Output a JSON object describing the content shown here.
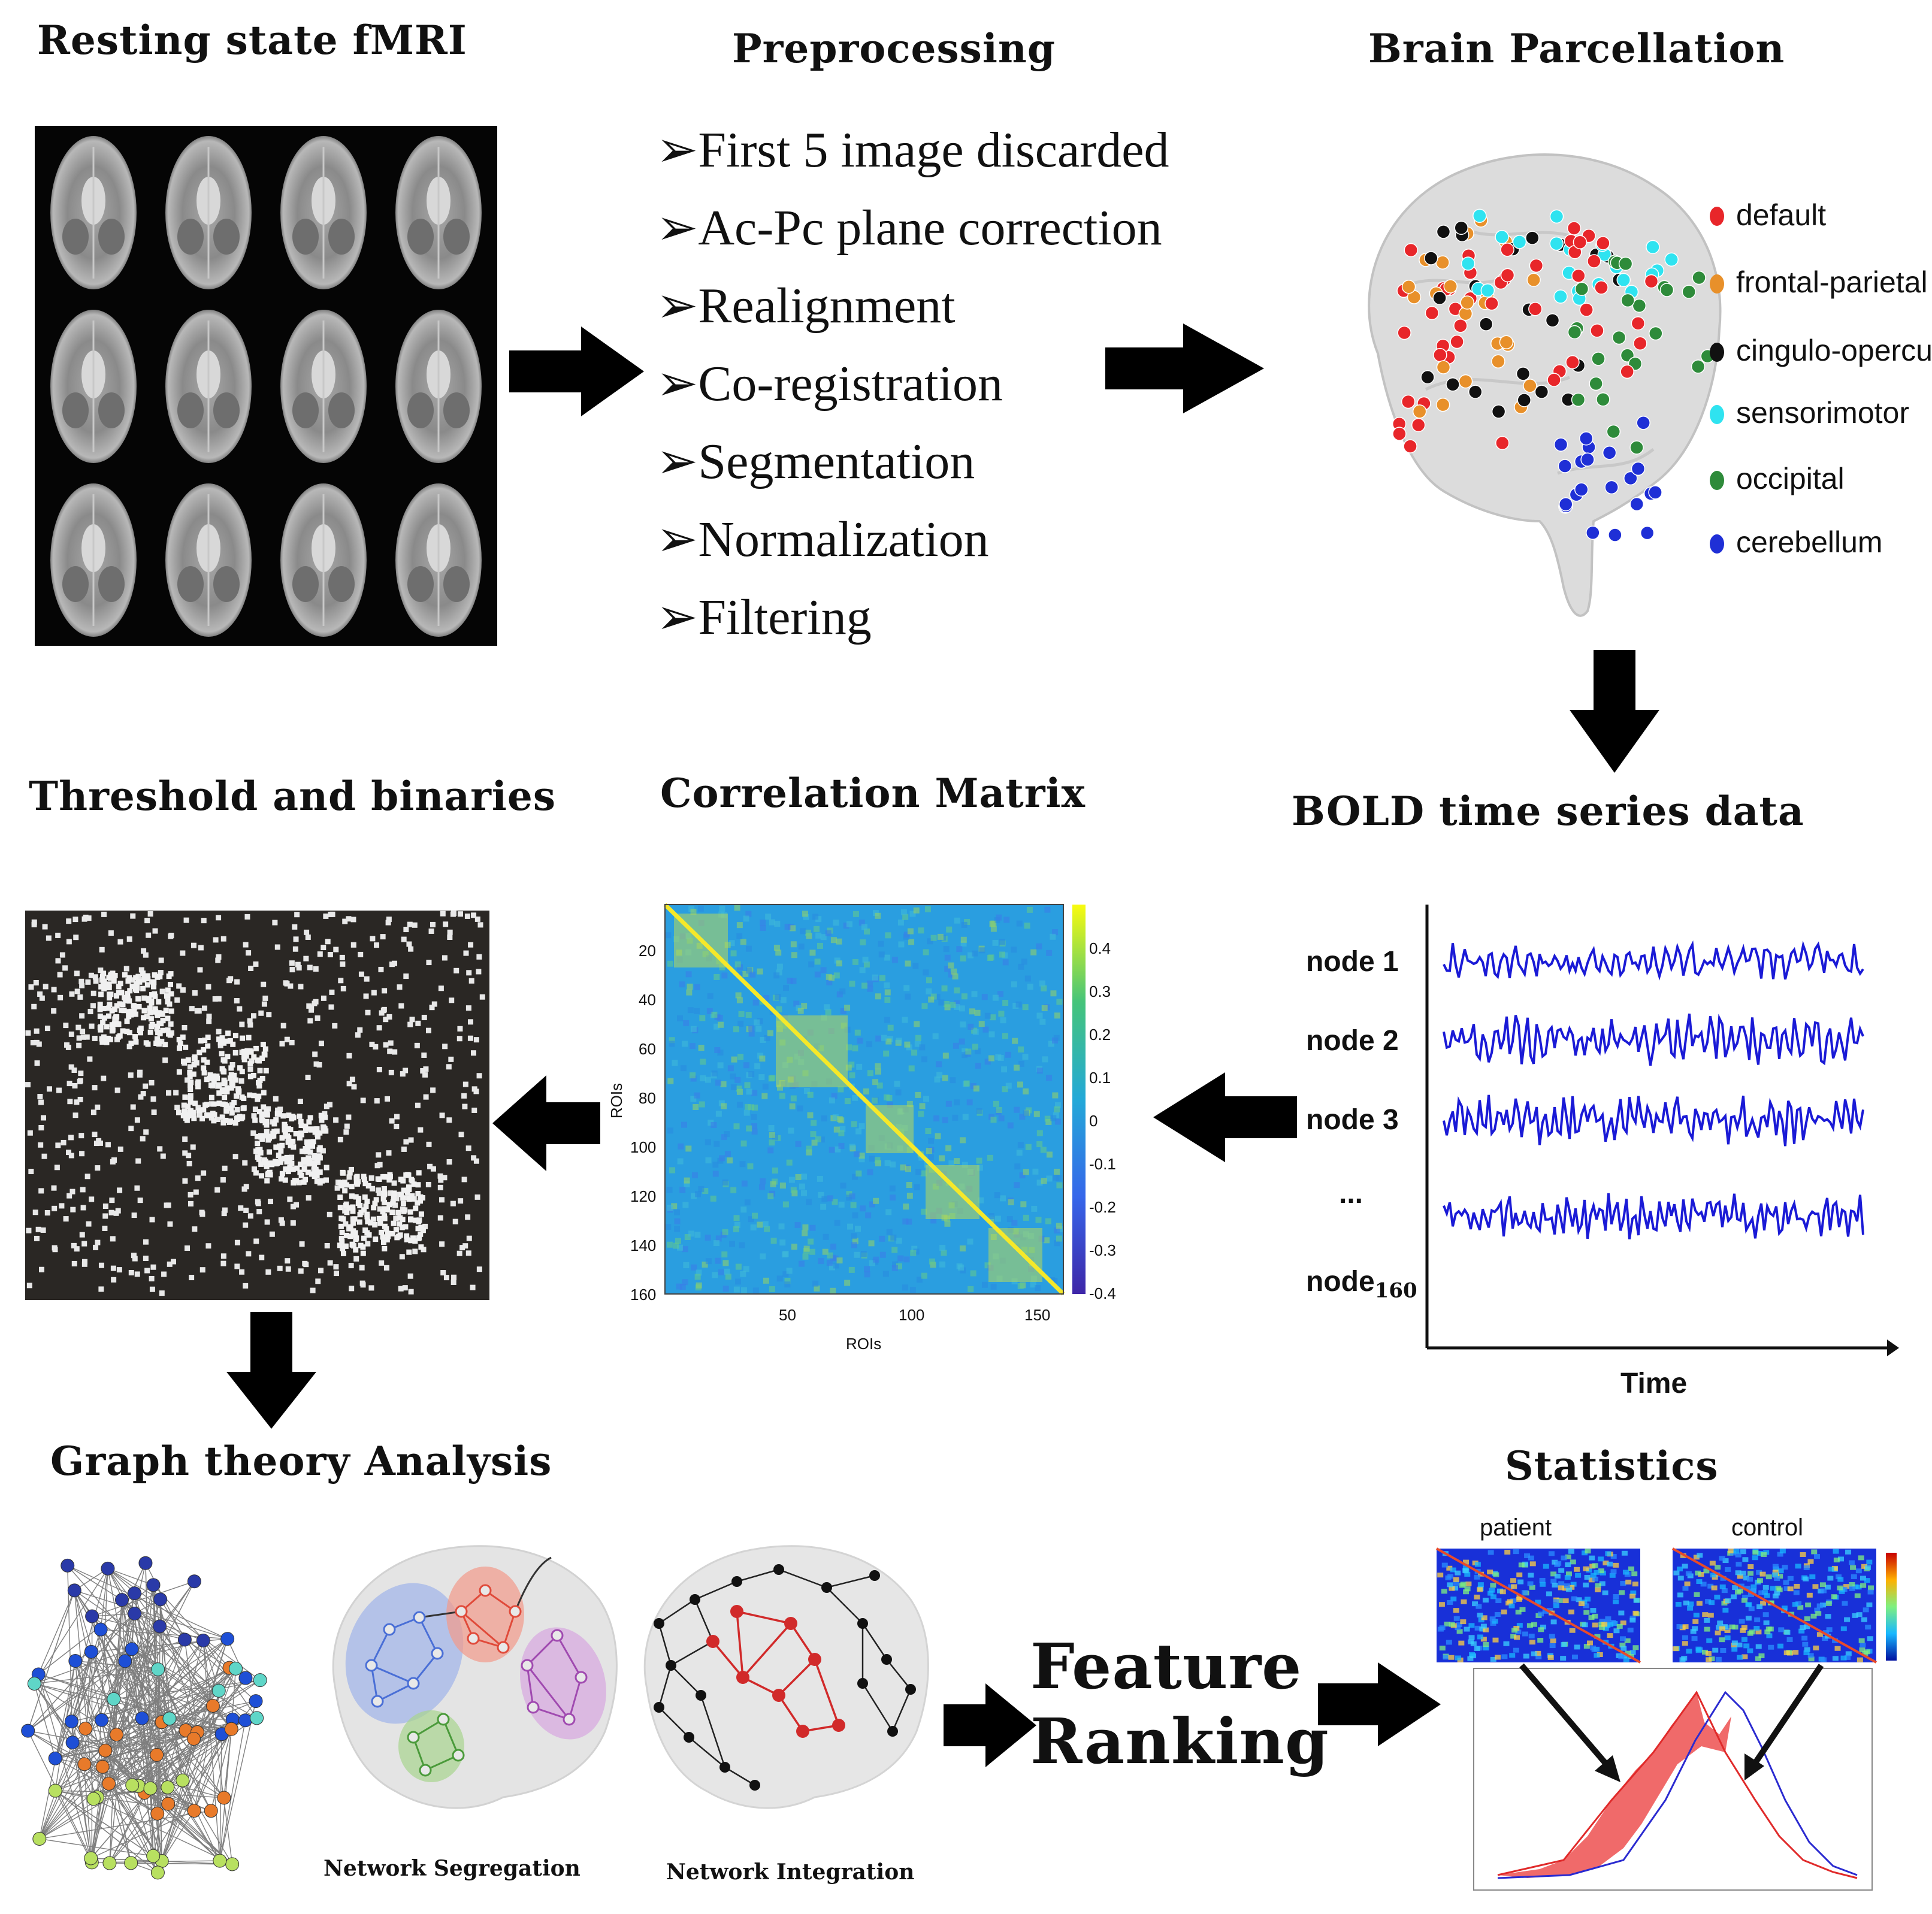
{
  "headings": {
    "resting_state": "Resting state fMRI",
    "preprocessing": "Preprocessing",
    "brain_parcellation": "Brain Parcellation",
    "threshold": "Threshold and binaries",
    "correlation_matrix": "Correlation Matrix",
    "bold": "BOLD time series data",
    "graph_theory": "Graph theory Analysis",
    "statistics": "Statistics"
  },
  "preprocessing_steps": [
    "First 5 image discarded",
    "Ac-Pc plane correction",
    "Realignment",
    "Co-registration",
    "Segmentation",
    "Normalization",
    "Filtering"
  ],
  "parcellation_legend": [
    {
      "label": "default",
      "color": "#e8262a"
    },
    {
      "label": "frontal-parietal",
      "color": "#e8902a"
    },
    {
      "label": "cingulo-opercular",
      "color": "#111111"
    },
    {
      "label": "sensorimotor",
      "color": "#2fe3f0"
    },
    {
      "label": "occipital",
      "color": "#2e8b3a"
    },
    {
      "label": "cerebellum",
      "color": "#1f2fd6"
    }
  ],
  "bold": {
    "nodes": [
      "node 1",
      "node 2",
      "node 3",
      "...",
      "node"
    ],
    "last_node_subscript": "160",
    "x_label": "Time",
    "line_color": "#1a1ad6"
  },
  "correlation": {
    "y_ticks": [
      "20",
      "40",
      "60",
      "80",
      "100",
      "120",
      "140",
      "160"
    ],
    "x_ticks": [
      "50",
      "100",
      "150"
    ],
    "y_label": "ROIs",
    "x_label": "ROIs",
    "colorbar_ticks": [
      "0.4",
      "0.3",
      "0.2",
      "0.1",
      "0",
      "-0.1",
      "-0.2",
      "-0.3",
      "-0.4"
    ]
  },
  "graph": {
    "network_segregation": "Network Segregation",
    "network_integration": "Network Integration"
  },
  "feature_ranking": [
    "Feature",
    "Ranking"
  ],
  "statistics": {
    "patient": "patient",
    "control": "control"
  }
}
